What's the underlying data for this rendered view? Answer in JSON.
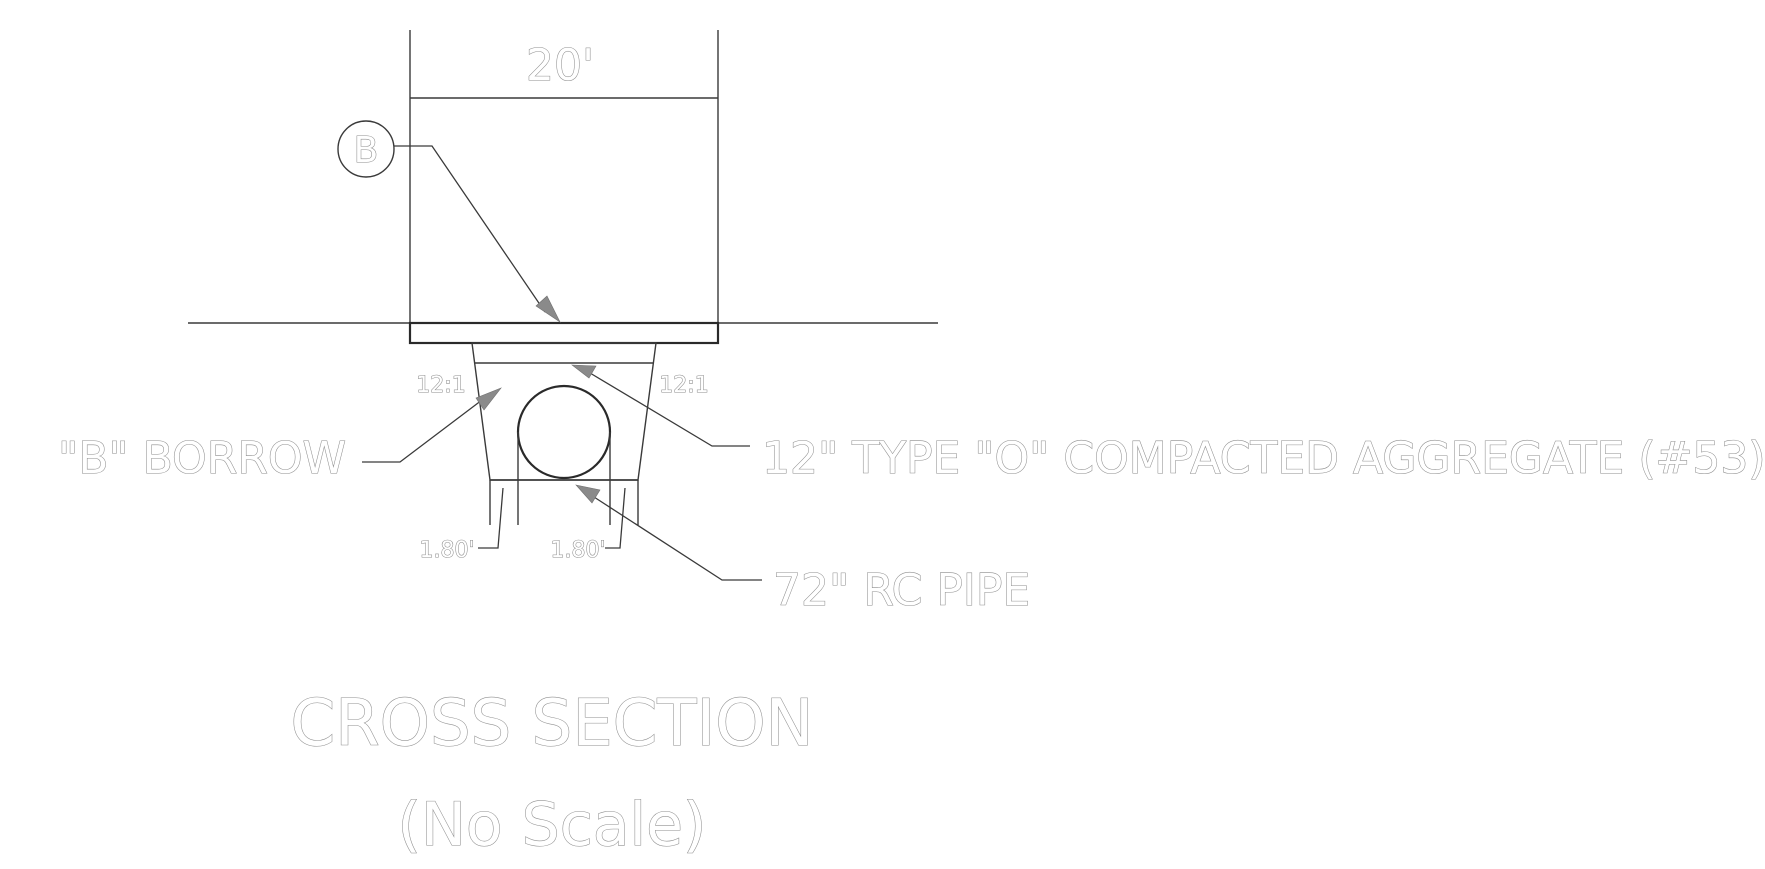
{
  "dimensions": {
    "width": "20'",
    "offset_left": "1.80'",
    "offset_right": "1.80'"
  },
  "slopes": {
    "left": "12:1",
    "right": "12:1"
  },
  "callouts": {
    "section_marker": "B",
    "borrow": "\"B\" BORROW",
    "aggregate": "12\" TYPE \"O\" COMPACTED  AGGREGATE  (#53)",
    "pipe": "72\" RC  PIPE"
  },
  "title": {
    "main": "CROSS  SECTION",
    "scale_note": "(No  Scale)"
  }
}
